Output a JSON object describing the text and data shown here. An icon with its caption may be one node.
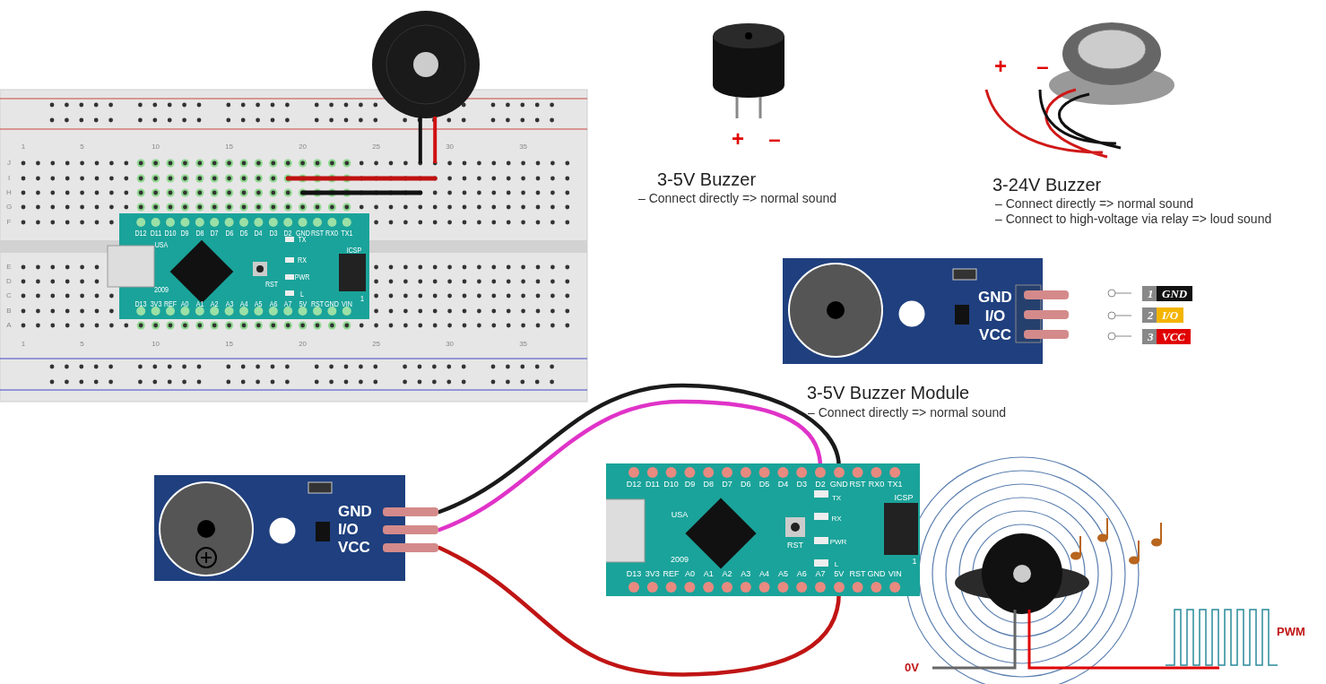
{
  "diagram": {
    "nodes": [
      {
        "text": [],
        "shape": "box"
      },
      {
        "text": [
          "GND"
        ],
        "in": 0
      },
      {
        "text": [
          "I/O"
        ],
        "in": 0
      },
      {
        "text": [
          "VCC"
        ],
        "in": 0
      },
      {
        "text": [],
        "shape": "box"
      },
      {
        "text": [
          "D2"
        ],
        "in": 4
      },
      {
        "text": [
          "GND"
        ],
        "in": 4
      },
      {
        "text": [
          "5V"
        ],
        "in": 4
      }
    ],
    "edges": [
      {
        "from": 1,
        "to": 6,
        "arrow": "none",
        "color": "#1a1a1a"
      },
      {
        "from": 2,
        "to": 5,
        "arrow": "none",
        "color": "#e033c8"
      },
      {
        "from": 3,
        "to": 7,
        "arrow": "none",
        "color": "#c01414"
      }
    ],
    "labels": [
      "1",
      "5",
      "10",
      "15",
      "20",
      "25",
      "30",
      "35",
      "J",
      "I",
      "H",
      "G",
      "F",
      "D12",
      "D11",
      "D10",
      "D9",
      "D8",
      "D7",
      "D6",
      "D5",
      "D4",
      "D3",
      "D2",
      "GND",
      "RST",
      "RX0",
      "TX1",
      "USA",
      "2009",
      "RST",
      "TX",
      "RX",
      "PWR",
      "L",
      "ICSP",
      "1",
      "D13",
      "3V3",
      "REF",
      "A0",
      "A1",
      "A2",
      "A3",
      "A4",
      "A5",
      "A6",
      "A7",
      "5V",
      "RST",
      "GND",
      "VIN",
      "E",
      "D",
      "C",
      "B",
      "A",
      "1",
      "5",
      "10",
      "15",
      "20",
      "25",
      "30",
      "35",
      "+",
      "–",
      "3-5V Buzzer",
      "– Connect directly => normal sound",
      "+",
      "–",
      "3-24V Buzzer",
      "– Connect directly => normal sound",
      "– Connect to high-voltage via relay => loud sound",
      "GND",
      "I/O",
      "VCC",
      "1",
      "GND",
      "2",
      "I/O",
      "3",
      "VCC",
      "3-5V Buzzer Module",
      "– Connect directly => normal sound",
      "D12",
      "D11",
      "D10",
      "D9",
      "D8",
      "D7",
      "D6",
      "D5",
      "D4",
      "D3",
      "RST",
      "RX0",
      "TX1",
      "USA",
      "2009",
      "RST",
      "TX",
      "RX",
      "PWR",
      "L",
      "ICSP",
      "1",
      "D13",
      "3V3",
      "REF",
      "A0",
      "A1",
      "A2",
      "A3",
      "A4",
      "A5",
      "A6",
      "A7",
      "RST",
      "GND",
      "VIN",
      "PWM",
      "0V"
    ]
  }
}
